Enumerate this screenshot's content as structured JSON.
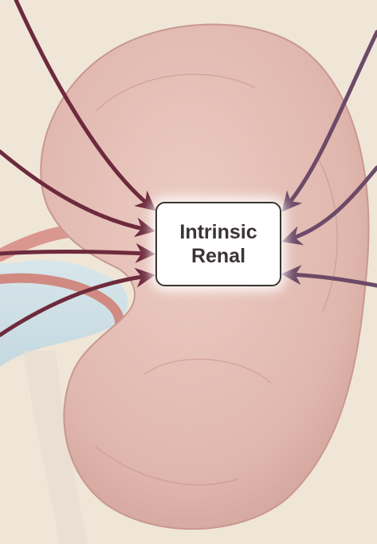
{
  "label": {
    "line1": "Intrinsic",
    "line2": "Renal"
  },
  "colors": {
    "background": "#efe6d8",
    "kidney": "#e3bcb3",
    "kidney_shadow": "#cf9f97",
    "ureter": "#cfe0e8",
    "vessel": "#d9978f",
    "arrow_left": "#6e2a3d",
    "arrow_right": "#6d4a67",
    "box_border": "#3b3435",
    "box_text": "#3b3435"
  },
  "icons": {
    "kidney": "kidney-illustration",
    "arrow": "arrow-pointing-inward"
  }
}
